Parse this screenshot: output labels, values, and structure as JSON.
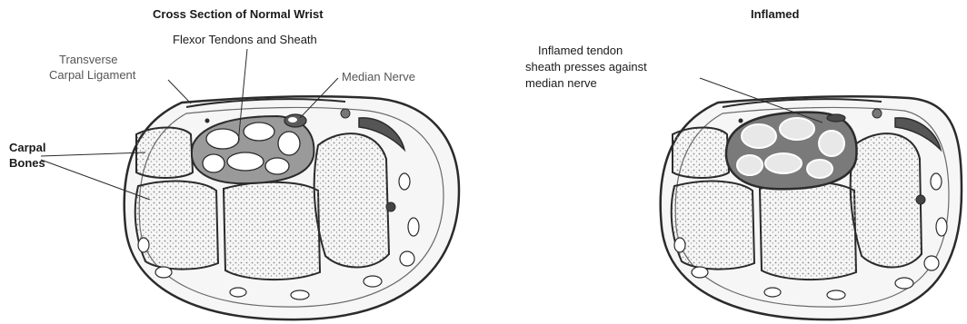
{
  "left_panel": {
    "title": "Cross Section of Normal Wrist",
    "labels": {
      "flexor": "Flexor Tendons and Sheath",
      "transverse_line1": "Transverse",
      "transverse_line2": "Carpal Ligament",
      "median": "Median Nerve",
      "carpal_line1": "Carpal",
      "carpal_line2": "Bones"
    }
  },
  "right_panel": {
    "title": "Inflamed",
    "labels": {
      "inflamed_line1": "Inflamed tendon",
      "inflamed_line2": "sheath presses against",
      "inflamed_line3": "median nerve"
    }
  },
  "colors": {
    "outline": "#2b2b2b",
    "sheath_fill": "#9a9a9a",
    "nerve_fill": "#5a5a5a",
    "tissue_fill": "#f4f4f4",
    "bone_stipple": "#8a8a8a"
  }
}
